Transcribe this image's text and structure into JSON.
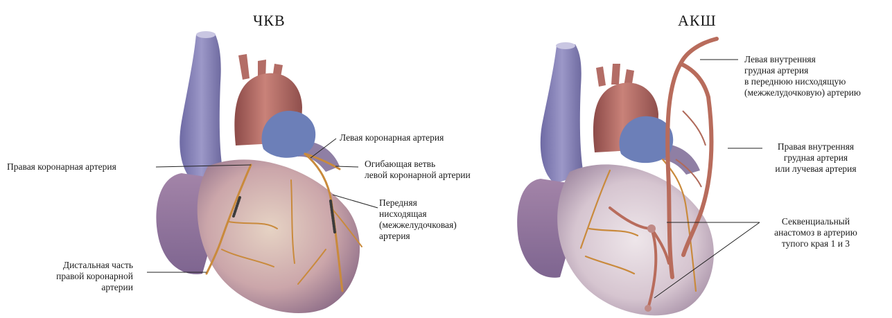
{
  "panels": {
    "left": {
      "title": "ЧКВ",
      "labels": {
        "left_coronary": "Левая коронарная артерия",
        "right_coronary": "Правая коронарная артерия",
        "circumflex": "Огибающая ветвь\nлевой коронарной артерии",
        "lad": "Передняя\nнисходящая\n(межжелудочковая)\nартерия",
        "distal_right": "Дистальная часть\nправой коронарной\nартерии"
      }
    },
    "right": {
      "title": "АКШ",
      "labels": {
        "lima": "Левая внутренняя\nгрудная артерия\nв переднюю нисходящую\n(межжелудочковую) артерию",
        "rima": "Правая внутренняя\nгрудная артерия\nили лучевая артерия",
        "sequential": "Секвенциальный\nанастомоз в артерию\nтупого края 1 и 3"
      }
    }
  },
  "colors": {
    "vein": "#8a86b8",
    "aorta": "#b9716a",
    "ventricle": "#d2a9ad",
    "artery": "#c98a3c",
    "graft": "#b86c5c",
    "stent": "#3c3c3c",
    "leader": "#222222"
  }
}
